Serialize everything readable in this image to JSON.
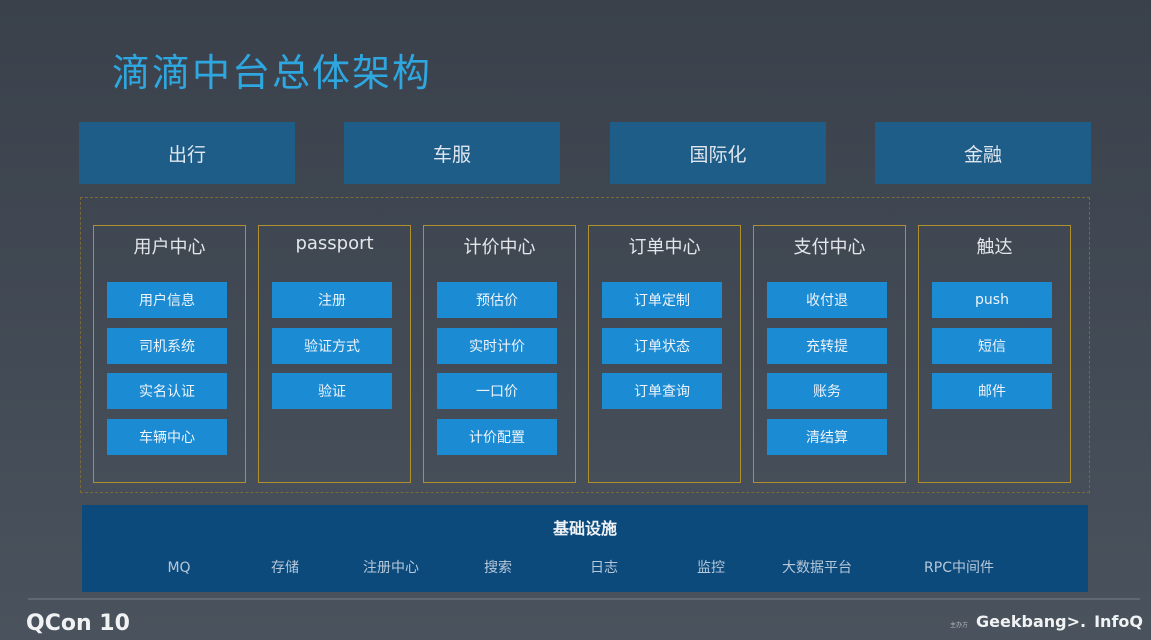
{
  "title": "滴滴中台总体架构",
  "business": [
    "出行",
    "车服",
    "国际化",
    "金融"
  ],
  "centers": [
    {
      "name": "用户中心",
      "items": [
        "用户信息",
        "司机系统",
        "实名认证",
        "车辆中心"
      ]
    },
    {
      "name": "passport",
      "items": [
        "注册",
        "验证方式",
        "验证"
      ]
    },
    {
      "name": "计价中心",
      "items": [
        "预估价",
        "实时计价",
        "一口价",
        "计价配置"
      ]
    },
    {
      "name": "订单中心",
      "items": [
        "订单定制",
        "订单状态",
        "订单查询"
      ]
    },
    {
      "name": "支付中心",
      "items": [
        "收付退",
        "充转提",
        "账务",
        "清结算"
      ]
    },
    {
      "name": "触达",
      "items": [
        "push",
        "短信",
        "邮件"
      ]
    }
  ],
  "infra": {
    "title": "基础设施",
    "items": [
      "MQ",
      "存储",
      "注册中心",
      "搜索",
      "日志",
      "监控",
      "大数据平台",
      "RPC中间件"
    ]
  },
  "footer": {
    "left_logo": "QCon 10",
    "sponsor_label": "主办方",
    "geekbang": "Geekbang>.",
    "infoq": "InfoQ"
  }
}
